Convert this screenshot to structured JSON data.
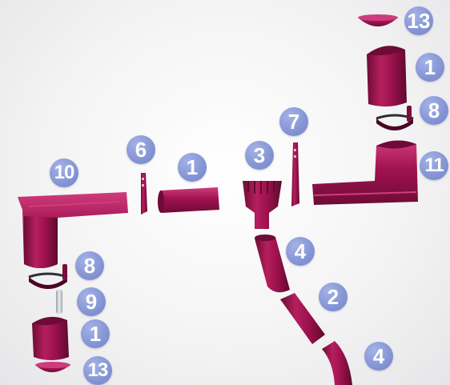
{
  "colors": {
    "pipe": "#a0124f",
    "pipe_dark": "#6e0b36",
    "pipe_light": "#cf3c7c",
    "badge": "#8494d4",
    "badge_text": "#ffffff",
    "pin": "#c9ccd2"
  },
  "parts": [
    {
      "number": "13",
      "component": "end-cap"
    },
    {
      "number": "1",
      "component": "gutter-section"
    },
    {
      "number": "8",
      "component": "pipe-clamp"
    },
    {
      "number": "11",
      "component": "gutter-corner"
    },
    {
      "number": "7",
      "component": "gutter-bracket"
    },
    {
      "number": "3",
      "component": "gutter-outlet"
    },
    {
      "number": "1",
      "component": "gutter-section"
    },
    {
      "number": "6",
      "component": "gutter-bracket"
    },
    {
      "number": "10",
      "component": "gutter-corner"
    },
    {
      "number": "4",
      "component": "pipe-elbow"
    },
    {
      "number": "2",
      "component": "downpipe"
    },
    {
      "number": "4",
      "component": "pipe-elbow"
    },
    {
      "number": "8",
      "component": "pipe-clamp"
    },
    {
      "number": "9",
      "component": "pin"
    },
    {
      "number": "1",
      "component": "gutter-section"
    },
    {
      "number": "13",
      "component": "end-cap"
    }
  ]
}
